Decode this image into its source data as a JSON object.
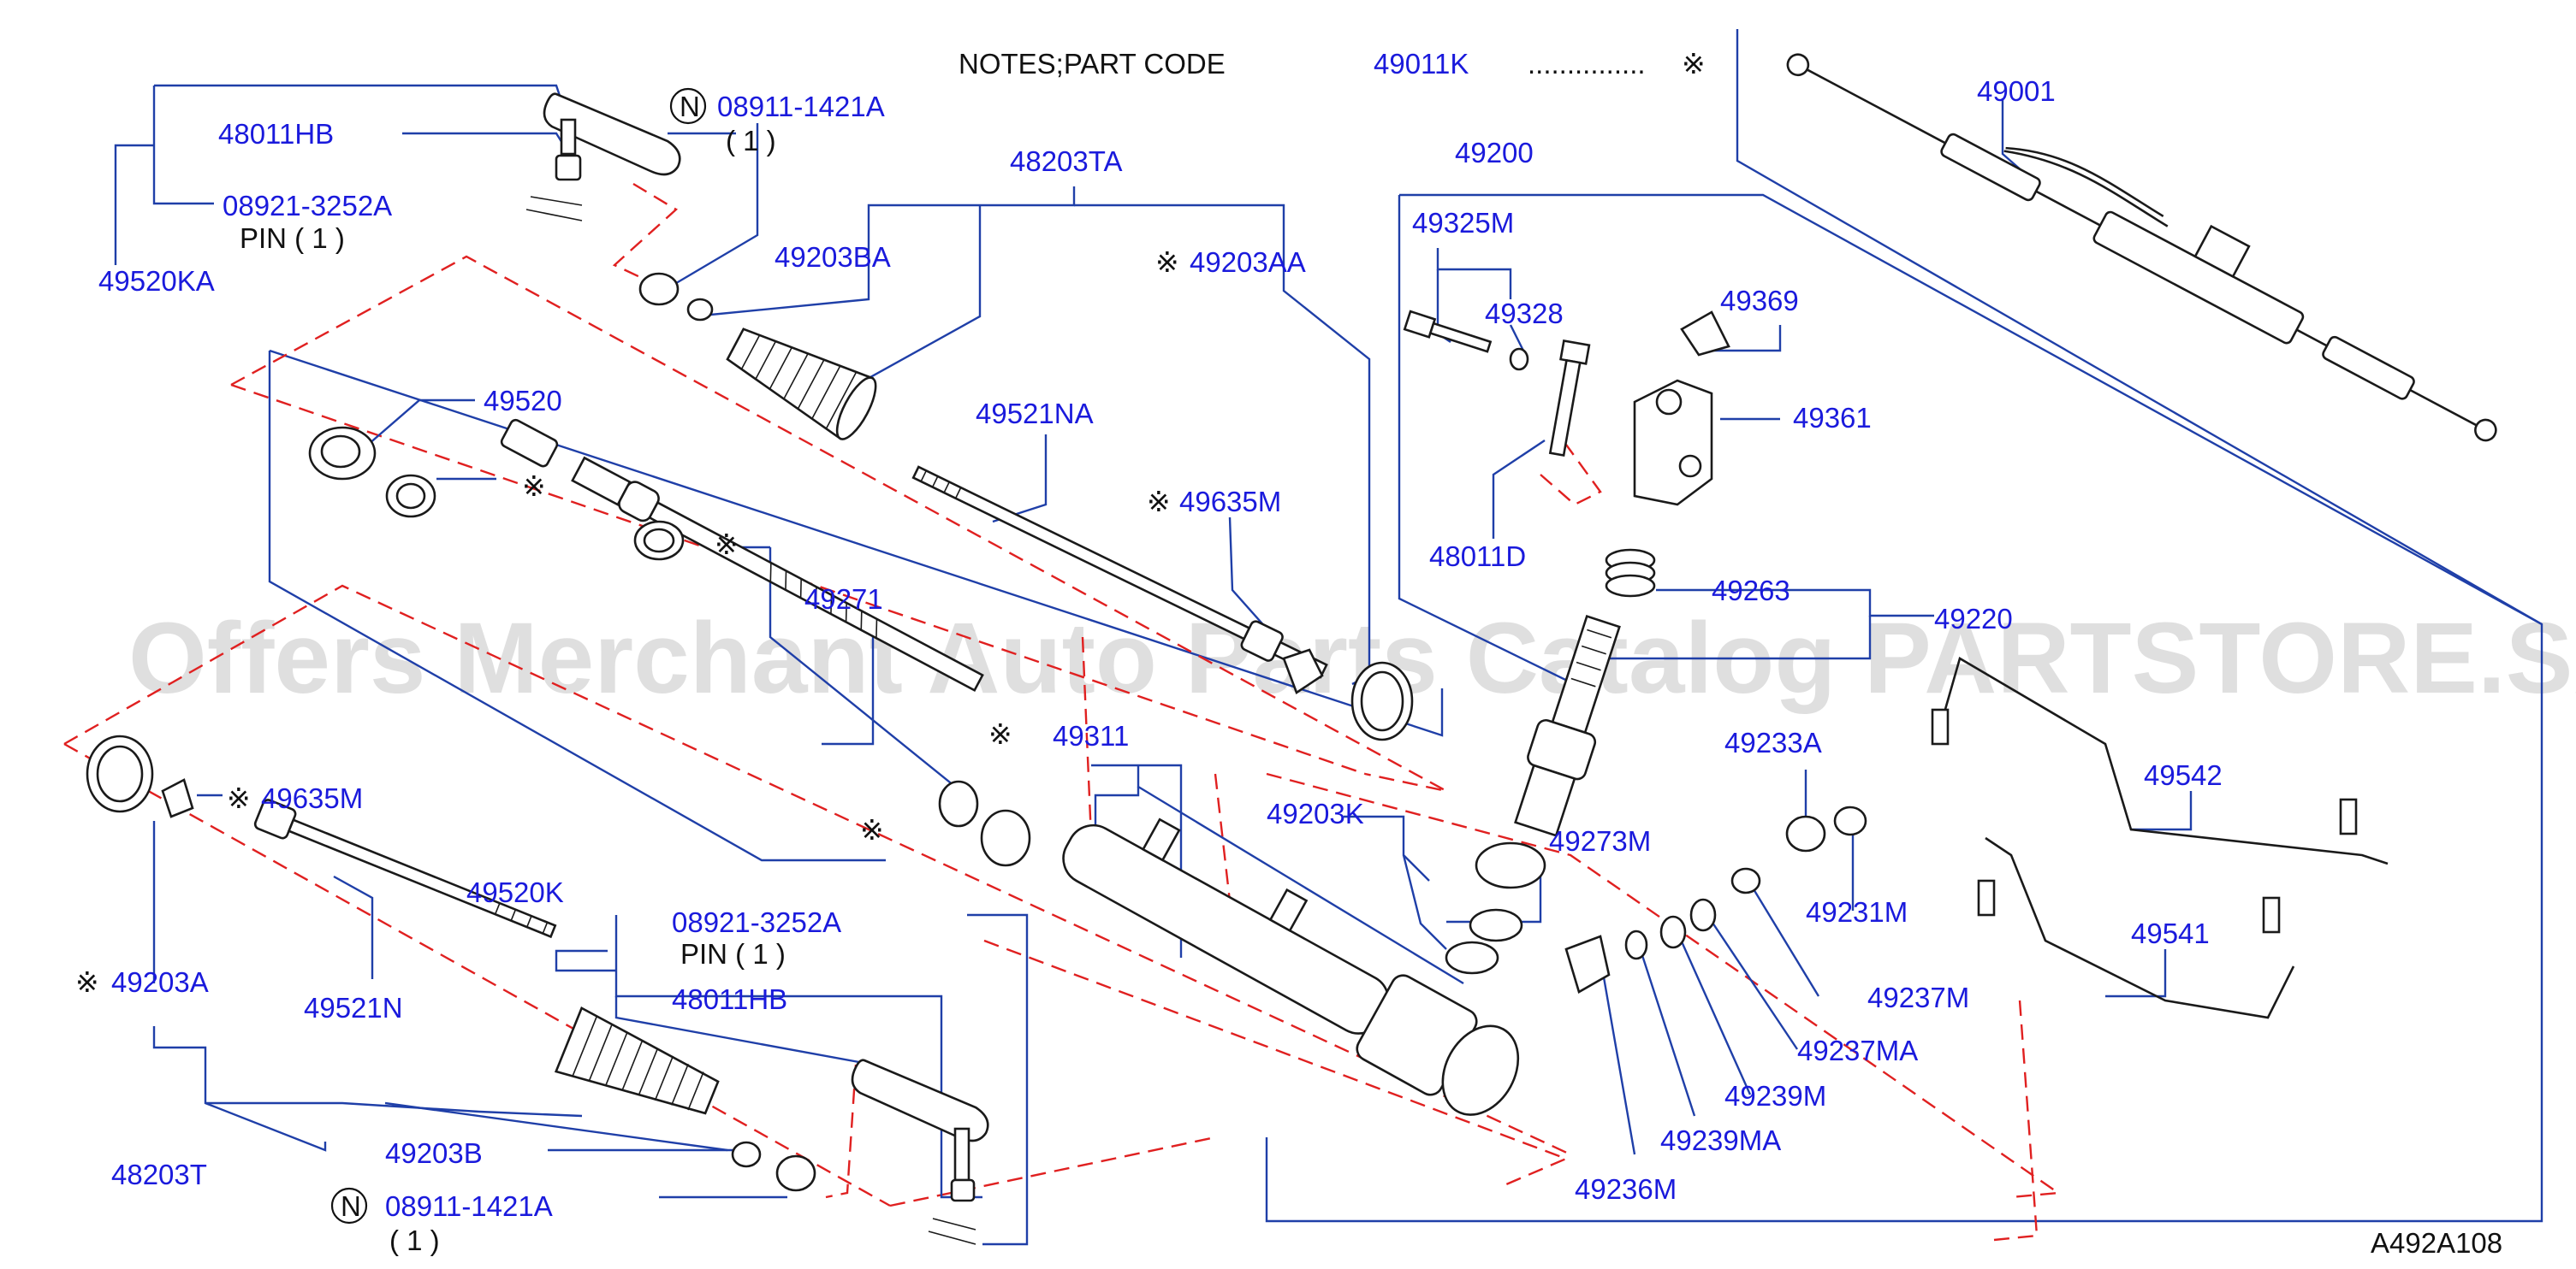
{
  "notes": {
    "prefix": "NOTES;PART   CODE",
    "code": "49011K",
    "dots": "...............",
    "mark": "※"
  },
  "labels": {
    "p48011HB_top": "48011HB",
    "p08911_1421A_top": "08911-1421A",
    "qty_top": "( 1 )",
    "p08921_3252A_top": "08921-3252A",
    "pin_top": "PIN  ( 1 )",
    "p49520KA": "49520KA",
    "p48203TA": "48203TA",
    "p49203BA": "49203BA",
    "p49203AA": "49203AA",
    "p49520": "49520",
    "p49521NA": "49521NA",
    "p49635M_upper": "49635M",
    "p49271": "49271",
    "p49311": "49311",
    "p49203K": "49203K",
    "p49635M_lower": "49635M",
    "p49203A": "49203A",
    "p49521N": "49521N",
    "p49520K": "49520K",
    "p08921_3252A_bot": "08921-3252A",
    "pin_bot": "PIN  ( 1 )",
    "p48011HB_bot": "48011HB",
    "p48203T": "48203T",
    "p49203B": "49203B",
    "p08911_1421A_bot": "08911-1421A",
    "qty_bot": "( 1 )",
    "p49001": "49001",
    "p49200": "49200",
    "p49325M": "49325M",
    "p49328": "49328",
    "p49369": "49369",
    "p49361": "49361",
    "p48011D": "48011D",
    "p49263": "49263",
    "p49220": "49220",
    "p49233A": "49233A",
    "p49231M": "49231M",
    "p49273M": "49273M",
    "p49237M": "49237M",
    "p49237MA": "49237MA",
    "p49239M": "49239M",
    "p49239MA": "49239MA",
    "p49236M": "49236M",
    "p49542": "49542",
    "p49541": "49541"
  },
  "marks": {
    "ref": "※",
    "n": "N"
  },
  "watermark": "Offers Merchant Auto Parts Catalog PARTSTORE.SA",
  "figure_code": "A492A108",
  "colors": {
    "label": "#1a1adc",
    "leader": "#1f3fa8",
    "dashed": "#e02020",
    "part": "#1a1a1a"
  }
}
